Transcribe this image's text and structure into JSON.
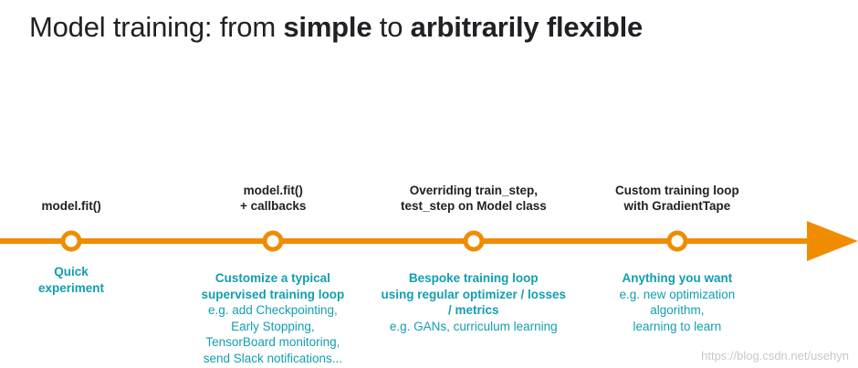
{
  "title": {
    "part1": "Model training: from ",
    "bold1": "simple",
    "part2": " to ",
    "bold2": "arbitrarily flexible"
  },
  "colors": {
    "timeline": "#ef8c00",
    "label": "#202124",
    "description": "#129eaf"
  },
  "stages": [
    {
      "label": [
        "model.fit()"
      ],
      "desc_title": [
        "Quick",
        "experiment"
      ],
      "desc_body": []
    },
    {
      "label": [
        "model.fit()",
        "+ callbacks"
      ],
      "desc_title": [
        "Customize a typical",
        "supervised training loop"
      ],
      "desc_body": [
        "e.g. add Checkpointing,",
        "Early Stopping,",
        "TensorBoard monitoring,",
        "send Slack notifications..."
      ]
    },
    {
      "label": [
        "Overriding train_step,",
        "test_step on Model class"
      ],
      "desc_title": [
        "Bespoke training loop",
        "using regular optimizer / losses",
        "/ metrics"
      ],
      "desc_body": [
        "e.g. GANs, curriculum learning"
      ]
    },
    {
      "label": [
        "Custom training loop",
        "with GradientTape"
      ],
      "desc_title": [
        "Anything you want"
      ],
      "desc_body": [
        "e.g. new optimization",
        "algorithm,",
        "learning to learn"
      ]
    }
  ],
  "watermark": "https://blog.csdn.net/usehyn"
}
